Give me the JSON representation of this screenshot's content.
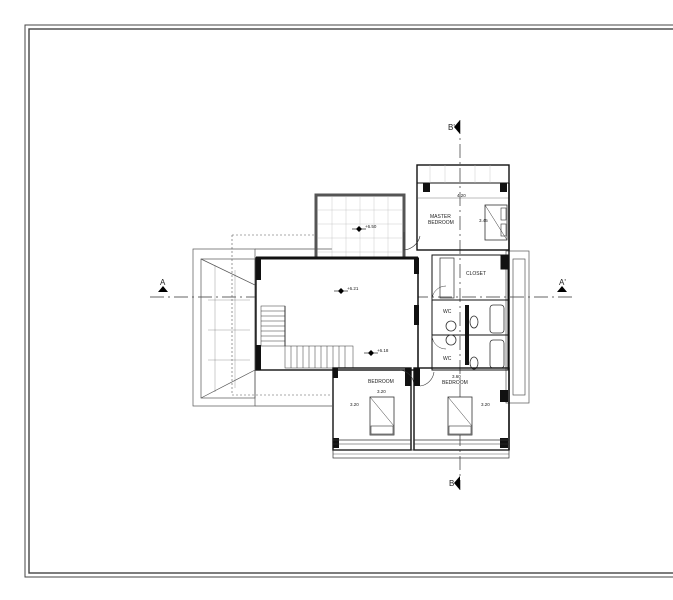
{
  "labels": {
    "section_a_left": "A",
    "section_a_right": "A'",
    "section_b_top": "B'",
    "section_b_bottom": "B",
    "master_bedroom_line1": "MASTER",
    "master_bedroom_line2": "BEDROOM",
    "closet": "CLOSET",
    "wc_upper": "WC",
    "wc_lower": "WC",
    "bedroom_left": "BEDROOM",
    "bedroom_right": "BEDROOM"
  },
  "dimensions": {
    "master_width": "4.20",
    "master_depth": "3.45",
    "bedroom_left_width": "3.20",
    "bedroom_left_depth": "3.20",
    "bedroom_right_width": "3.60",
    "bedroom_right_depth": "3.20"
  },
  "levels": {
    "terrace": "+6.50",
    "hall": "+6.21",
    "landing": "+6.18"
  }
}
